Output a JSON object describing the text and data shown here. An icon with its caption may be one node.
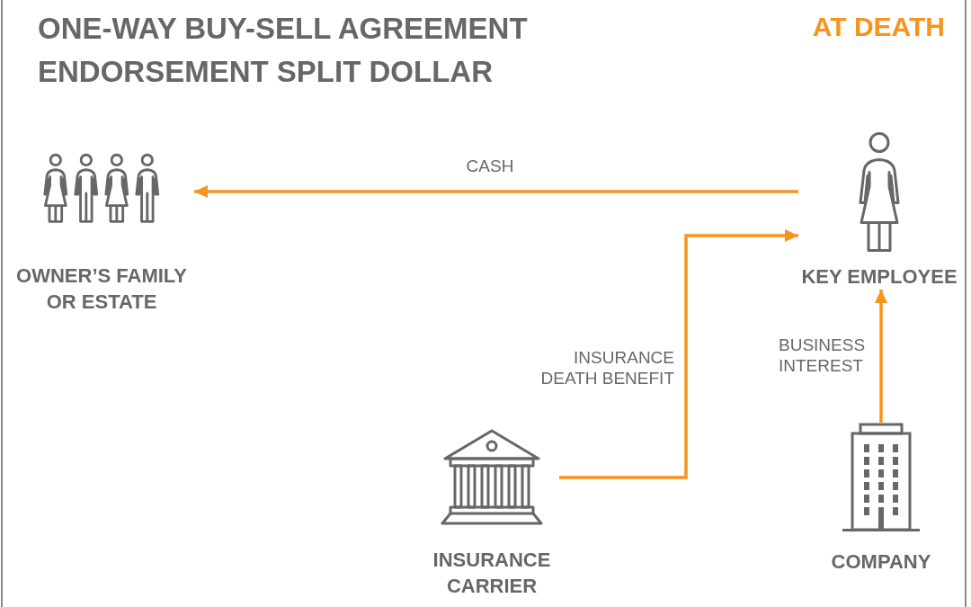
{
  "diagram": {
    "title": "ONE-WAY BUY-SELL AGREEMENT ENDORSEMENT SPLIT DOLLAR",
    "nodes": [
      {
        "text": [
          "OWNER’S FAMILY OR ESTATE"
        ]
      },
      {
        "text": [
          "KEY EMPLOYEE"
        ]
      },
      {
        "text": [
          "INSURANCE CARRIER"
        ]
      },
      {
        "text": [
          "COMPANY"
        ]
      }
    ],
    "edges": [
      {
        "from": 1,
        "to": 0,
        "arrow": "to",
        "label": "CASH"
      },
      {
        "from": 2,
        "to": 1,
        "arrow": "to",
        "label": "INSURANCE DEATH BENEFIT"
      },
      {
        "from": 3,
        "to": 1,
        "arrow": "to",
        "label": "BUSINESS INTEREST"
      }
    ],
    "labels": [
      "AT DEATH"
    ]
  }
}
